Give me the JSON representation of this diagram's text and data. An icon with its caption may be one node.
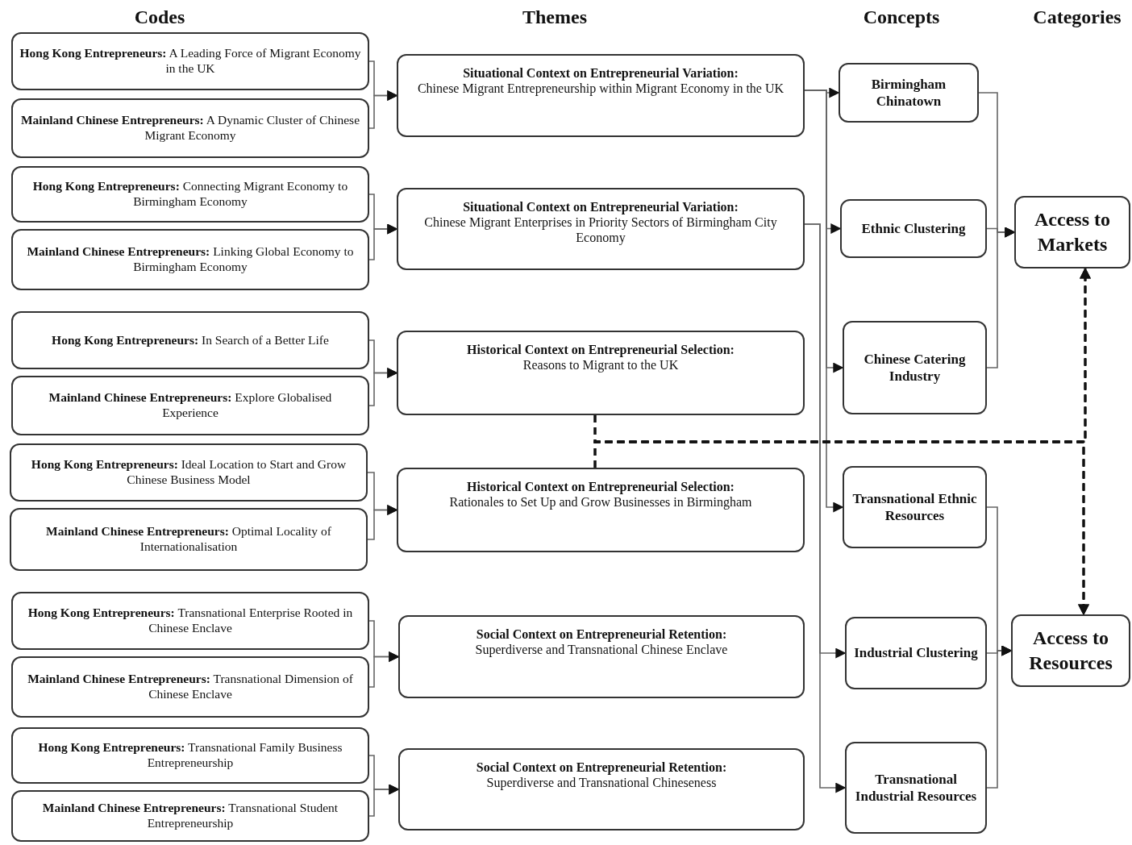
{
  "diagram": {
    "nodes": [
      {
        "text": [
          "**Hong Kong Entrepreneurs:** A Leading Force of Migrant Economy in the UK"
        ]
      },
      {
        "text": [
          "**Mainland Chinese Entrepreneurs:** A Dynamic Cluster of Chinese Migrant Economy"
        ]
      },
      {
        "text": [
          "**Hong Kong Entrepreneurs:** Connecting Migrant Economy to Birmingham Economy"
        ]
      },
      {
        "text": [
          "**Mainland Chinese Entrepreneurs:** Linking Global Economy to Birmingham Economy"
        ]
      },
      {
        "text": [
          "**Hong Kong Entrepreneurs:** In Search of a Better Life"
        ]
      },
      {
        "text": [
          "**Mainland Chinese Entrepreneurs:** Explore Globalised Experience"
        ]
      },
      {
        "text": [
          "**Hong Kong Entrepreneurs:** Ideal Location to Start and Grow Chinese Business Model"
        ]
      },
      {
        "text": [
          "**Mainland Chinese Entrepreneurs:** Optimal Locality of Internationalisation"
        ]
      },
      {
        "text": [
          "**Hong Kong Entrepreneurs:** Transnational Enterprise Rooted in Chinese Enclave"
        ]
      },
      {
        "text": [
          "**Mainland Chinese Entrepreneurs:** Transnational Dimension of Chinese Enclave"
        ]
      },
      {
        "text": [
          "**Hong Kong Entrepreneurs:** Transnational Family Business Entrepreneurship"
        ]
      },
      {
        "text": [
          "**Mainland Chinese Entrepreneurs:** Transnational Student Entrepreneurship"
        ]
      },
      {
        "text": [
          "Situational Context on Entrepreneurial Variation:",
          "Chinese Migrant Entrepreneurship within Migrant Economy in the UK"
        ]
      },
      {
        "text": [
          "Situational Context on Entrepreneurial Variation:",
          "Chinese Migrant Enterprises in Priority Sectors of Birmingham City Economy"
        ]
      },
      {
        "text": [
          "Historical Context on Entrepreneurial Selection:",
          "Reasons to Migrant to the UK"
        ]
      },
      {
        "text": [
          "Historical Context on Entrepreneurial Selection:",
          "Rationales to Set Up and Grow Businesses in Birmingham"
        ]
      },
      {
        "text": [
          "Social Context on Entrepreneurial Retention:",
          "Superdiverse and Transnational Chinese Enclave"
        ]
      },
      {
        "text": [
          "Social Context on Entrepreneurial Retention:",
          "Superdiverse and Transnational Chineseness"
        ]
      },
      {
        "text": [
          "Birmingham Chinatown"
        ]
      },
      {
        "text": [
          "Ethnic Clustering"
        ]
      },
      {
        "text": [
          "Chinese Catering Industry"
        ]
      },
      {
        "text": [
          "Transnational Ethnic Resources"
        ]
      },
      {
        "text": [
          "Industrial Clustering"
        ]
      },
      {
        "text": [
          "Transnational Industrial Resources"
        ]
      },
      {
        "text": [
          "Access to Markets"
        ]
      },
      {
        "text": [
          "Access to Resources"
        ]
      }
    ],
    "edges": [
      {
        "from": 0,
        "to": 12,
        "arrow": "to"
      },
      {
        "from": 1,
        "to": 12,
        "arrow": "to"
      },
      {
        "from": 2,
        "to": 13,
        "arrow": "to"
      },
      {
        "from": 3,
        "to": 13,
        "arrow": "to"
      },
      {
        "from": 4,
        "to": 14,
        "arrow": "to"
      },
      {
        "from": 5,
        "to": 14,
        "arrow": "to"
      },
      {
        "from": 6,
        "to": 15,
        "arrow": "to"
      },
      {
        "from": 7,
        "to": 15,
        "arrow": "to"
      },
      {
        "from": 8,
        "to": 16,
        "arrow": "to"
      },
      {
        "from": 9,
        "to": 16,
        "arrow": "to"
      },
      {
        "from": 10,
        "to": 17,
        "arrow": "to"
      },
      {
        "from": 11,
        "to": 17,
        "arrow": "to"
      },
      {
        "from": 12,
        "to": 18,
        "arrow": "to"
      },
      {
        "from": 12,
        "to": 19,
        "arrow": "to"
      },
      {
        "from": 12,
        "to": 20,
        "arrow": "to"
      },
      {
        "from": 12,
        "to": 21,
        "arrow": "to"
      },
      {
        "from": 13,
        "to": 22,
        "arrow": "to"
      },
      {
        "from": 13,
        "to": 23,
        "arrow": "to"
      },
      {
        "from": 18,
        "to": 24,
        "arrow": "to"
      },
      {
        "from": 19,
        "to": 24,
        "arrow": "to"
      },
      {
        "from": 20,
        "to": 24,
        "arrow": "to"
      },
      {
        "from": 21,
        "to": 25,
        "arrow": "to"
      },
      {
        "from": 22,
        "to": 25,
        "arrow": "to"
      },
      {
        "from": 23,
        "to": 25,
        "arrow": "to"
      },
      {
        "from": 14,
        "to": 24,
        "arrow": "to",
        "style": "dashed"
      },
      {
        "from": 14,
        "to": 25,
        "arrow": "to",
        "style": "dashed"
      },
      {
        "from": 15,
        "to": 24,
        "arrow": "to",
        "style": "dashed"
      },
      {
        "from": 15,
        "to": 25,
        "arrow": "to",
        "style": "dashed"
      }
    ],
    "labels": [
      "Codes",
      "Themes",
      "Concepts",
      "Categories"
    ]
  }
}
